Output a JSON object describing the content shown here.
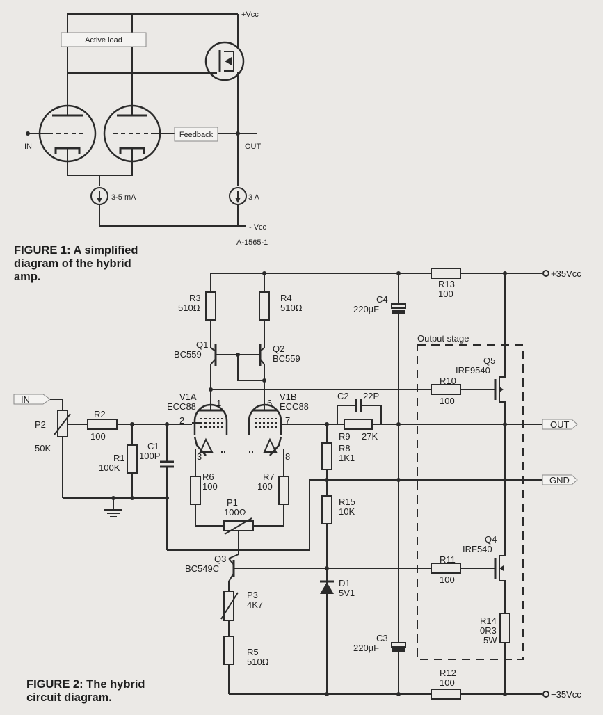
{
  "figure1": {
    "labels": {
      "vcc_pos": "+Vcc",
      "vcc_neg": "- Vcc",
      "active_load": "Active load",
      "feedback": "Feedback",
      "in": "IN",
      "out": "OUT",
      "current_left": "3-5 mA",
      "current_right": "3 A",
      "ref": "A-1565-1"
    },
    "caption": [
      "FIGURE 1: A simplified",
      "diagram of the hybrid",
      "amp."
    ]
  },
  "figure2": {
    "rails": {
      "pos": "+35Vcc",
      "neg": "−35Vcc"
    },
    "ports": {
      "in": "IN",
      "out": "OUT",
      "gnd": "GND"
    },
    "output_stage": "Output stage",
    "components": {
      "R3": {
        "ref": "R3",
        "value": "510Ω"
      },
      "R4": {
        "ref": "R4",
        "value": "510Ω"
      },
      "Q1": {
        "ref": "Q1",
        "value": "BC559"
      },
      "Q2": {
        "ref": "Q2",
        "value": "BC559"
      },
      "V1A": {
        "ref": "V1A",
        "value": "ECC88"
      },
      "V1B": {
        "ref": "V1B",
        "value": "ECC88"
      },
      "R2": {
        "ref": "R2",
        "value": "100"
      },
      "P2": {
        "ref": "P2",
        "value": "50K"
      },
      "R1": {
        "ref": "R1",
        "value": "100K"
      },
      "C1": {
        "ref": "C1",
        "value": "100P"
      },
      "R6": {
        "ref": "R6",
        "value": "100"
      },
      "R7": {
        "ref": "R7",
        "value": "100"
      },
      "P1": {
        "ref": "P1",
        "value": "100Ω"
      },
      "Q3": {
        "ref": "Q3",
        "value": "BC549C"
      },
      "P3": {
        "ref": "P3",
        "value": "4K7"
      },
      "R5": {
        "ref": "R5",
        "value": "510Ω"
      },
      "C2": {
        "ref": "C2",
        "value": "22P"
      },
      "R9": {
        "ref": "R9",
        "value": "27K"
      },
      "R8": {
        "ref": "R8",
        "value": "1K1"
      },
      "R15": {
        "ref": "R15",
        "value": "10K"
      },
      "D1": {
        "ref": "D1",
        "value": "5V1"
      },
      "C4": {
        "ref": "C4",
        "value": "220µF"
      },
      "C3": {
        "ref": "C3",
        "value": "220µF"
      },
      "R13": {
        "ref": "R13",
        "value": "100"
      },
      "R10": {
        "ref": "R10",
        "value": "100"
      },
      "R11": {
        "ref": "R11",
        "value": "100"
      },
      "R12": {
        "ref": "R12",
        "value": "100"
      },
      "Q5": {
        "ref": "Q5",
        "value": "IRF9540"
      },
      "Q4": {
        "ref": "Q4",
        "value": "IRF540"
      },
      "R14": {
        "ref": "R14",
        "value": "0R3",
        "extra": "5W"
      }
    },
    "pins": {
      "p1": "1",
      "p2": "2",
      "p3": "3",
      "p6": "6",
      "p7": "7",
      "p8": "8"
    },
    "caption": [
      "FIGURE 2: The hybrid",
      "circuit diagram."
    ]
  }
}
